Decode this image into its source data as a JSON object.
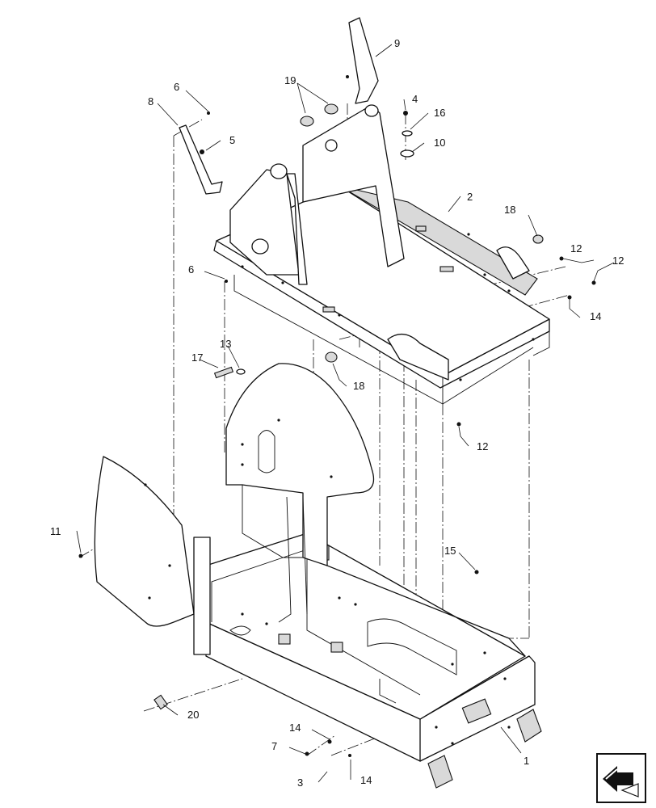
{
  "callouts": {
    "c1": "1",
    "c2": "2",
    "c3": "3",
    "c4": "4",
    "c5": "5",
    "c6a": "6",
    "c6b": "6",
    "c7": "7",
    "c8": "8",
    "c9": "9",
    "c10": "10",
    "c11": "11",
    "c12a": "12",
    "c12b": "12",
    "c12c": "12",
    "c13": "13",
    "c14a": "14",
    "c14b": "14",
    "c14c": "14",
    "c15": "15",
    "c16": "16",
    "c17": "17",
    "c18a": "18",
    "c18b": "18",
    "c19": "19",
    "c20": "20"
  },
  "nav_icon": "next-page-arrow-icon"
}
